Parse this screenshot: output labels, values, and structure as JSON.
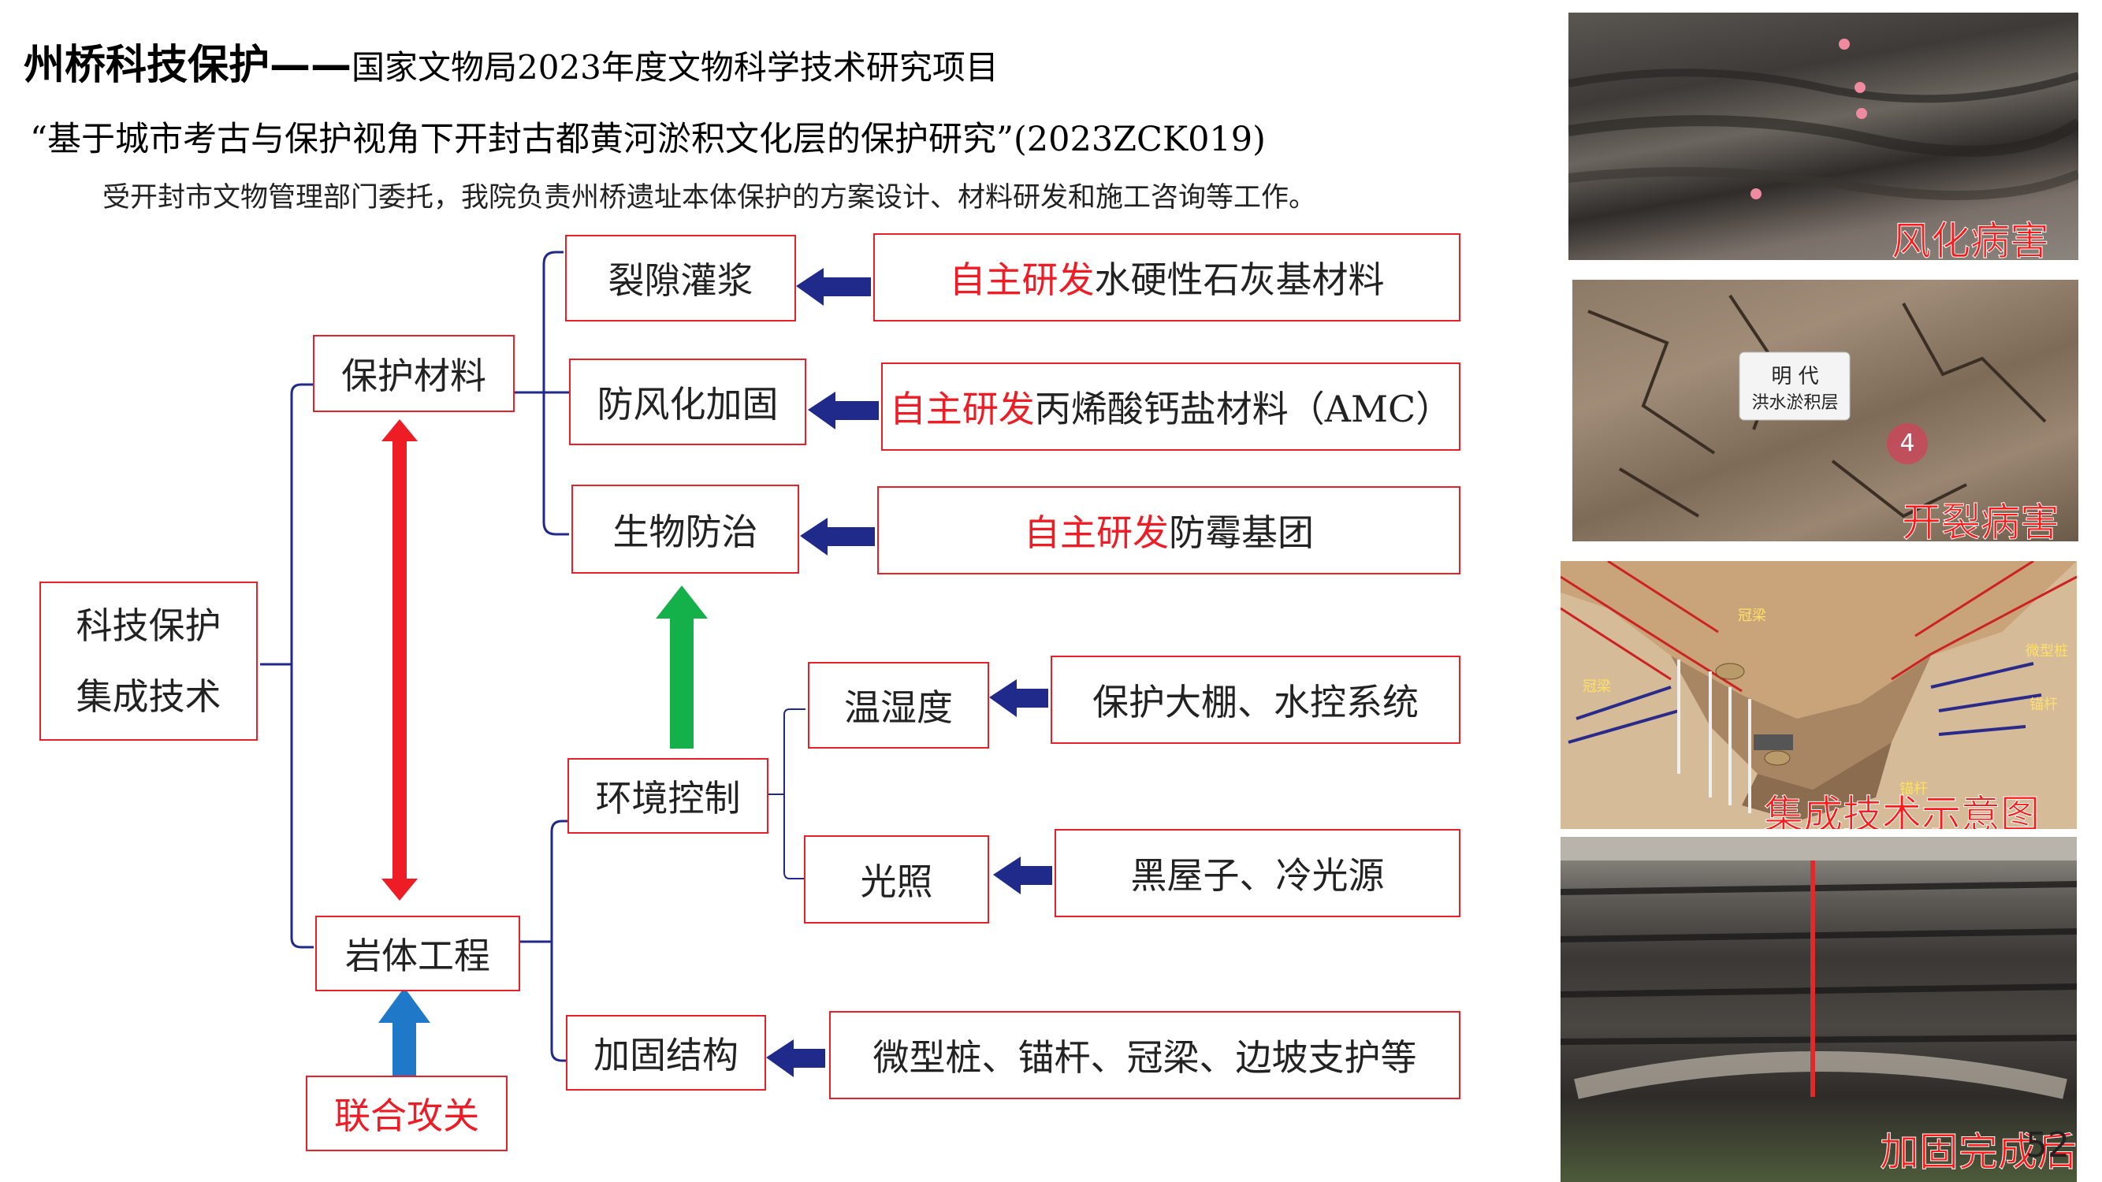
{
  "header": {
    "title_main": "州桥科技保护",
    "title_dash": "——",
    "title_sub": "国家文物局2023年度文物科学技术研究项目",
    "project": "“基于城市考古与保护视角下开封古都黄河淤积文化层的保护研究”(2023ZCK019)",
    "description": "受开封市文物管理部门委托，我院负责州桥遗址本体保护的方案设计、材料研发和施工咨询等工作。"
  },
  "diagram": {
    "root": {
      "line1": "科技保护",
      "line2": "集成技术"
    },
    "branch_materials": "保护材料",
    "branch_rock": "岩体工程",
    "joint": "联合攻关",
    "materials": [
      {
        "label": "裂隙灌浆",
        "prefix": "自主研发",
        "detail": "水硬性石灰基材料"
      },
      {
        "label": "防风化加固",
        "prefix": "自主研发",
        "detail": "丙烯酸钙盐材料（AMC）"
      },
      {
        "label": "生物防治",
        "prefix": "自主研发",
        "detail": "防霉基团"
      }
    ],
    "environment": "环境控制",
    "env_items": [
      {
        "label": "温湿度",
        "detail": "保护大棚、水控系统"
      },
      {
        "label": "光照",
        "detail": "黑屋子、冷光源"
      }
    ],
    "reinforce": {
      "label": "加固结构",
      "detail": "微型桩、锚杆、冠梁、边坡支护等"
    }
  },
  "photos": [
    {
      "caption": "风化病害"
    },
    {
      "caption": "开裂病害",
      "sign_line1": "明 代",
      "sign_line2": "洪水淤积层",
      "marker": "4"
    },
    {
      "caption": "集成技术示意图",
      "labels": [
        "冠梁",
        "冠梁",
        "微型桩",
        "锚杆",
        "锚杆"
      ]
    },
    {
      "caption": "加固完成后"
    }
  ],
  "page_number": "52",
  "colors": {
    "box_border": "#e8202a",
    "accent_red": "#ee1c25",
    "connector": "#1f2a8a",
    "arrow_navy": "#1f2a8a",
    "arrow_red": "#ee1c25",
    "arrow_green": "#14b04a",
    "arrow_blue": "#1f78c8"
  }
}
